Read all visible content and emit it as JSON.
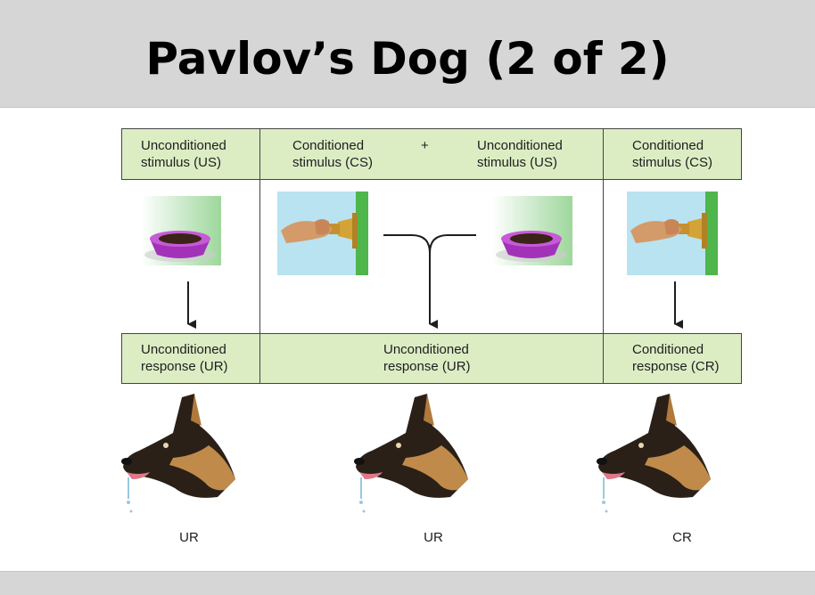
{
  "slide": {
    "title": "Pavlov’s Dog (2 of 2)"
  },
  "diagram": {
    "col1": {
      "stimulus": "Unconditioned\nstimulus (US)",
      "response": "Unconditioned\nresponse (UR)",
      "caption": "UR",
      "image": "food-bowl"
    },
    "col2": {
      "stimulus_a": "Conditioned\nstimulus (CS)",
      "plus": "+",
      "stimulus_b": "Unconditioned\nstimulus (US)",
      "response": "Unconditioned\nresponse (UR)",
      "caption": "UR",
      "images": [
        "bell",
        "food-bowl"
      ]
    },
    "col3": {
      "stimulus": "Conditioned\nstimulus (CS)",
      "response": "Conditioned\nresponse (CR)",
      "caption": "CR",
      "image": "bell"
    }
  },
  "colors": {
    "box_fill": "#dcedc4",
    "bowl": "#b03cc8",
    "bell_bg": "#b9e3f0",
    "wall": "#4eb64a"
  }
}
